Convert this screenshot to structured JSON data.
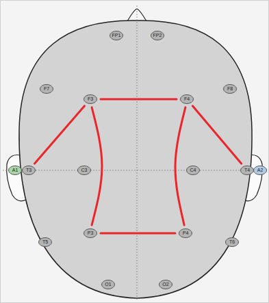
{
  "diagram": {
    "nodes": [
      {
        "text": [
          "FP1"
        ]
      },
      {
        "text": [
          "FP2"
        ]
      },
      {
        "text": [
          "F7"
        ]
      },
      {
        "text": [
          "F3"
        ]
      },
      {
        "text": [
          "F4"
        ]
      },
      {
        "text": [
          "F8"
        ]
      },
      {
        "text": [
          "A1"
        ]
      },
      {
        "text": [
          "T3"
        ]
      },
      {
        "text": [
          "C3"
        ]
      },
      {
        "text": [
          "C4"
        ]
      },
      {
        "text": [
          "T4"
        ]
      },
      {
        "text": [
          "A2"
        ]
      },
      {
        "text": [
          "T5"
        ]
      },
      {
        "text": [
          "P3"
        ]
      },
      {
        "text": [
          "P4"
        ]
      },
      {
        "text": [
          "T6"
        ]
      },
      {
        "text": [
          "O1"
        ]
      },
      {
        "text": [
          "O2"
        ]
      }
    ],
    "edges": [
      {
        "from": 3,
        "to": 4,
        "arrow": "none"
      },
      {
        "from": 7,
        "to": 3,
        "arrow": "none"
      },
      {
        "from": 4,
        "to": 10,
        "arrow": "none"
      },
      {
        "from": 3,
        "to": 13,
        "arrow": "none"
      },
      {
        "from": 4,
        "to": 14,
        "arrow": "none"
      },
      {
        "from": 13,
        "to": 14,
        "arrow": "none"
      }
    ]
  }
}
